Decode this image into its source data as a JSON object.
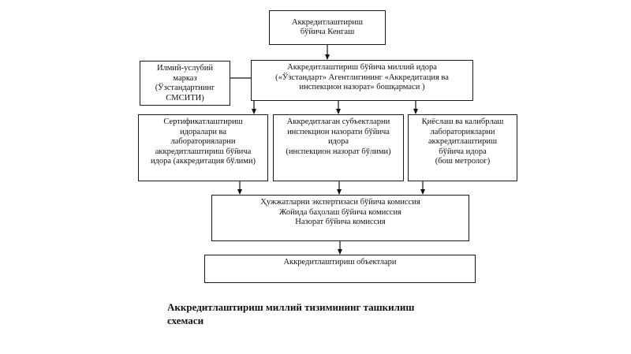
{
  "diagram": {
    "nodes": {
      "council": [
        "Аккредитлаштириш",
        "бўйича Кенгаш"
      ],
      "research_center": [
        "Илмий-услубий",
        "марказ",
        "(Ўзстандартнинг",
        "СМСИТИ)"
      ],
      "national_body": [
        "Аккредитлаштириш бўйича миллий идора",
        "(«Ўзстандарт»  Агентлигининг «Аккредитация ва",
        "инспекцион назорат»  бошқармаси )"
      ],
      "cert_labs": [
        "Сертификатлаштириш",
        "идоралари ва",
        "лабораторияларни",
        "аккредитлаштириш бўйича",
        "идора (аккредитация бўлими)"
      ],
      "inspection": [
        "Аккредитлаган субъектларни",
        "инспекцион назорати бўйича",
        "идора",
        "(инспекцион назорат бўлими)"
      ],
      "calibration": [
        "Қиёслаш ва калибрлаш",
        "лабораторияларни",
        "аккредитлаштириш",
        "бўйича идора",
        "(бош метролог)"
      ],
      "commissions": [
        "Ҳужжатларни экспертизаси бўйича комиссия",
        "Жойида баҳолаш бўйича комиссия",
        "Назорат бўйича комиссия"
      ],
      "objects": [
        "Аккредитлаштириш объектлари"
      ]
    },
    "caption": [
      "Аккредитлаштириш миллий тизимининг ташкилиш",
      "схемаси"
    ]
  }
}
